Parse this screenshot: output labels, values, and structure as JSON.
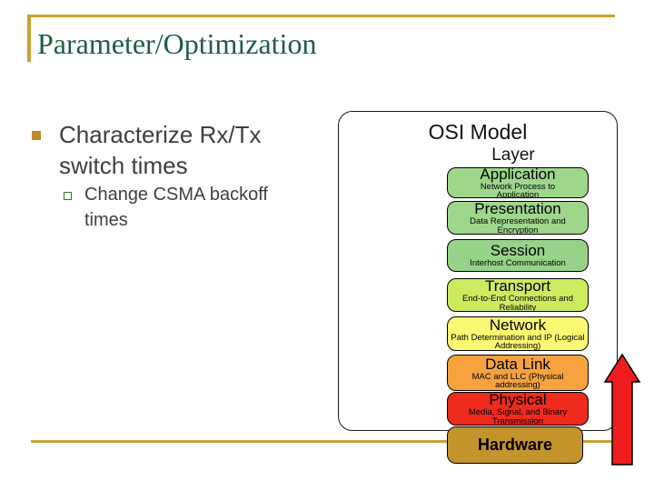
{
  "slide": {
    "title": "Parameter/Optimization",
    "bullets": [
      {
        "level": 1,
        "text": "Characterize Rx/Tx switch times"
      },
      {
        "level": 2,
        "text": "Change CSMA backoff times"
      }
    ]
  },
  "diagram": {
    "title": "OSI Model",
    "subtitle": "Layer",
    "layers": [
      {
        "name": "Application",
        "description": "Network Process to Application",
        "color": "#9ED78C"
      },
      {
        "name": "Presentation",
        "description": "Data Representation and Encryption",
        "color": "#9ED78C"
      },
      {
        "name": "Session",
        "description": "Interhost Communication",
        "color": "#96D289"
      },
      {
        "name": "Transport",
        "description": "End-to-End Connections and Reliability",
        "color": "#CDEB5F"
      },
      {
        "name": "Network",
        "description": "Path Determination and IP (Logical Addressing)",
        "color": "#FBF874"
      },
      {
        "name": "Data Link",
        "description": "MAC and LLC (Physical addressing)",
        "color": "#F6A33F"
      },
      {
        "name": "Physical",
        "description": "Media, Signal, and Binary Transmission",
        "color": "#EE2B1D"
      }
    ],
    "hardware": {
      "label": "Hardware",
      "color": "#C3942B"
    },
    "arrow": {
      "direction": "up",
      "color": "#EE1C1C"
    }
  },
  "theme": {
    "accent_gold": "#C8A233",
    "title_color": "#1D5E3F",
    "body_text_color": "#3F3F3F"
  }
}
